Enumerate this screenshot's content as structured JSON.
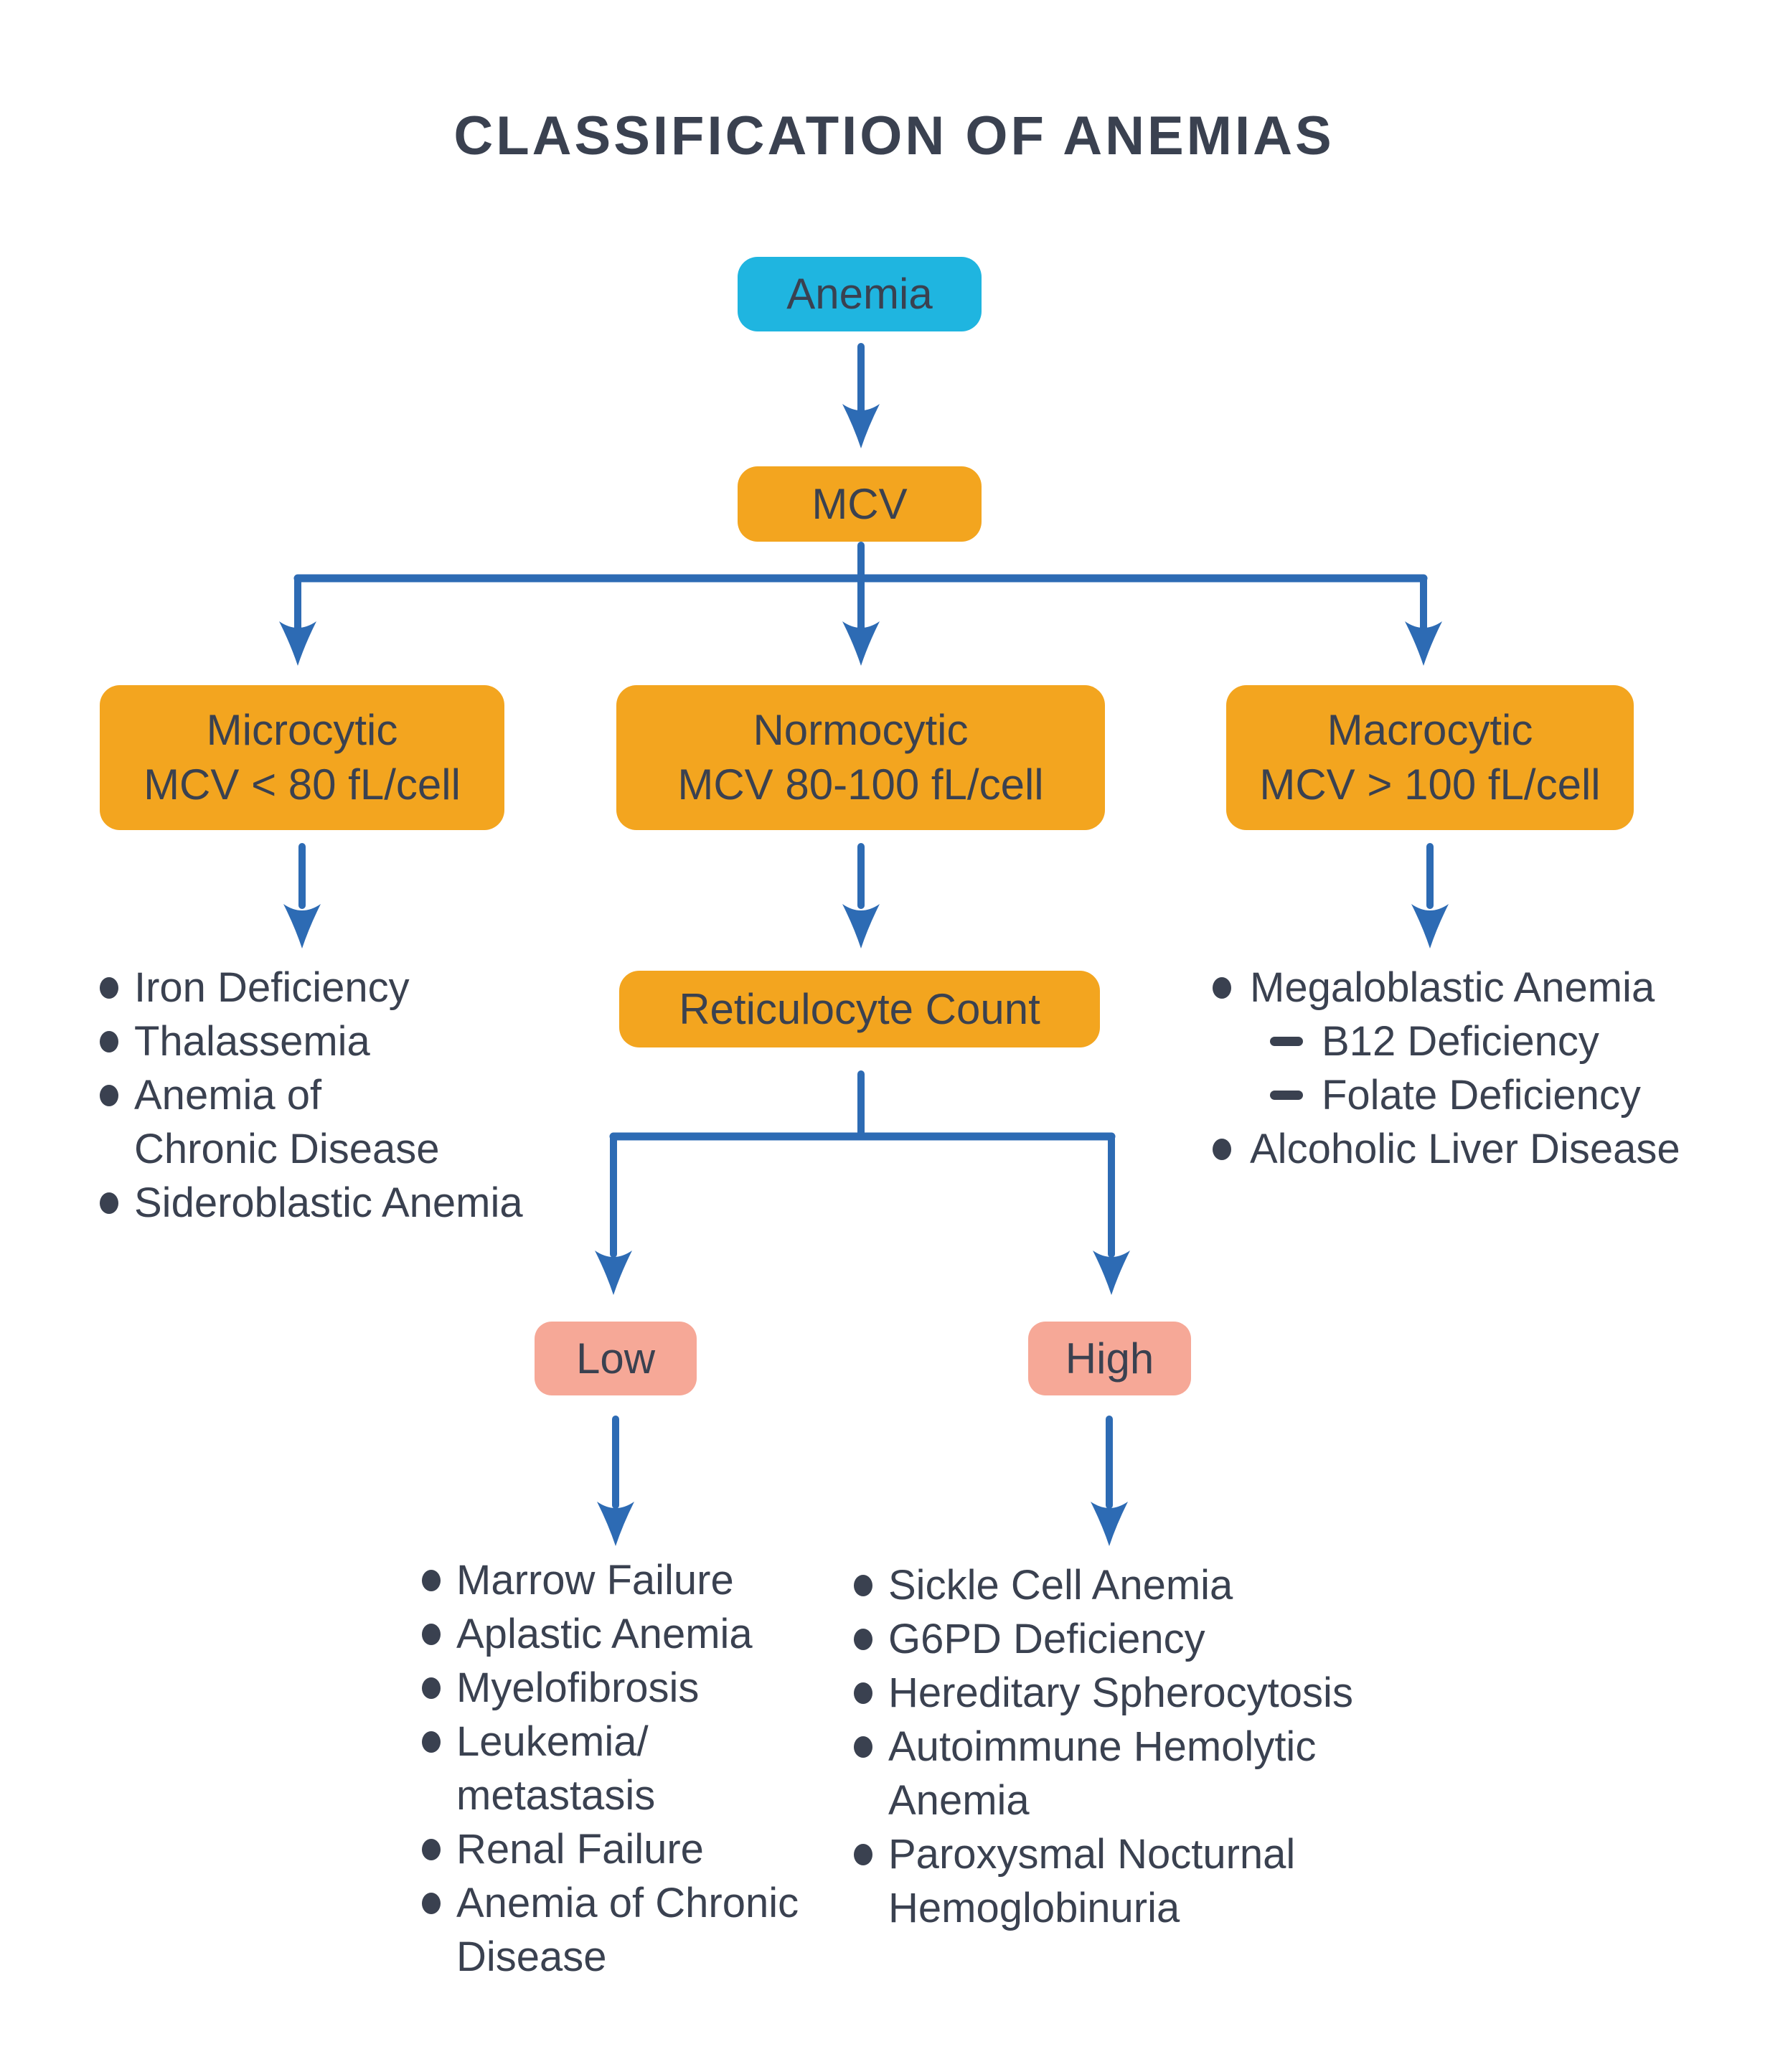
{
  "title": "CLASSIFICATION OF ANEMIAS",
  "colors": {
    "cyan": "#1fb5e0",
    "orange": "#f3a51f",
    "pink": "#f6a897",
    "arrow": "#2d6bb4",
    "text": "#3a4150"
  },
  "nodes": {
    "anemia": {
      "label": "Anemia"
    },
    "mcv": {
      "label": "MCV"
    },
    "microcytic": {
      "label": "Microcytic\nMCV < 80 fL/cell"
    },
    "normocytic": {
      "label": "Normocytic\nMCV 80-100 fL/cell"
    },
    "macrocytic": {
      "label": "Macrocytic\nMCV > 100 fL/cell"
    },
    "reticulocyte": {
      "label": "Reticulocyte Count"
    },
    "low": {
      "label": "Low"
    },
    "high": {
      "label": "High"
    }
  },
  "lists": {
    "microcytic": {
      "items": [
        {
          "marker": "dot",
          "text": "Iron Deficiency"
        },
        {
          "marker": "dot",
          "text": "Thalassemia"
        },
        {
          "marker": "dot",
          "text": "Anemia of\nChronic Disease"
        },
        {
          "marker": "dot",
          "text": "Sideroblastic Anemia"
        }
      ]
    },
    "macrocytic": {
      "items": [
        {
          "marker": "dot",
          "text": "Megaloblastic Anemia"
        },
        {
          "marker": "dash",
          "text": "B12 Deficiency"
        },
        {
          "marker": "dash",
          "text": "Folate Deficiency"
        },
        {
          "marker": "dot",
          "text": "Alcoholic Liver Disease"
        }
      ]
    },
    "low": {
      "items": [
        {
          "marker": "dot",
          "text": "Marrow Failure"
        },
        {
          "marker": "dot",
          "text": "Aplastic Anemia"
        },
        {
          "marker": "dot",
          "text": "Myelofibrosis"
        },
        {
          "marker": "dot",
          "text": "Leukemia/\nmetastasis"
        },
        {
          "marker": "dot",
          "text": "Renal Failure"
        },
        {
          "marker": "dot",
          "text": "Anemia of Chronic\nDisease"
        }
      ]
    },
    "high": {
      "items": [
        {
          "marker": "dot",
          "text": "Sickle Cell Anemia"
        },
        {
          "marker": "dot",
          "text": "G6PD Deficiency"
        },
        {
          "marker": "dot",
          "text": "Hereditary Spherocytosis"
        },
        {
          "marker": "dot",
          "text": "Autoimmune Hemolytic\nAnemia"
        },
        {
          "marker": "dot",
          "text": "Paroxysmal Nocturnal\nHemoglobinuria"
        }
      ]
    }
  }
}
